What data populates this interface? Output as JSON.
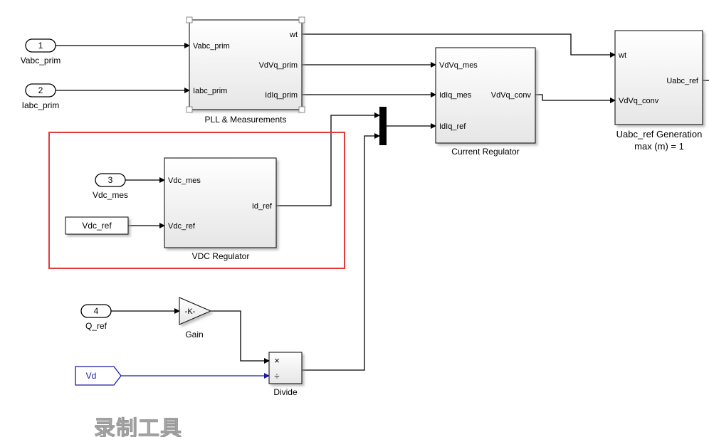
{
  "colors": {
    "highlight": "#e23b3b",
    "signal_blue": "#1a1aa6",
    "block_fill": "#f2f2f2"
  },
  "inports": [
    {
      "num": "1",
      "name": "Vabc_prim"
    },
    {
      "num": "2",
      "name": "Iabc_prim"
    },
    {
      "num": "3",
      "name": "Vdc_mes"
    },
    {
      "num": "4",
      "name": "Q_ref"
    }
  ],
  "constant_block": {
    "value": "Vdc_ref"
  },
  "goto_tag": {
    "value": "Vd"
  },
  "blocks": {
    "pll": {
      "name": "PLL & Measurements",
      "inputs": [
        "Vabc_prim",
        "Iabc_prim"
      ],
      "outputs": [
        "wt",
        "VdVq_prim",
        "IdIq_prim"
      ]
    },
    "current": {
      "name": "Current Regulator",
      "inputs": [
        "VdVq_mes",
        "IdIq_mes",
        "IdIq_ref"
      ],
      "outputs": [
        "VdVq_conv"
      ]
    },
    "uabc": {
      "name_line1": "Uabc_ref Generation",
      "name_line2": "max (m) = 1",
      "inputs": [
        "wt",
        "VdVq_conv"
      ],
      "outputs": [
        "Uabc_ref"
      ]
    },
    "vdc": {
      "name": "VDC Regulator",
      "inputs": [
        "Vdc_mes",
        "Vdc_ref"
      ],
      "outputs": [
        "Id_ref"
      ]
    },
    "gain": {
      "name": "Gain",
      "value": "-K-"
    },
    "divide": {
      "name": "Divide",
      "ops": [
        "×",
        "÷"
      ]
    }
  },
  "watermark": {
    "text": "录制工具"
  }
}
